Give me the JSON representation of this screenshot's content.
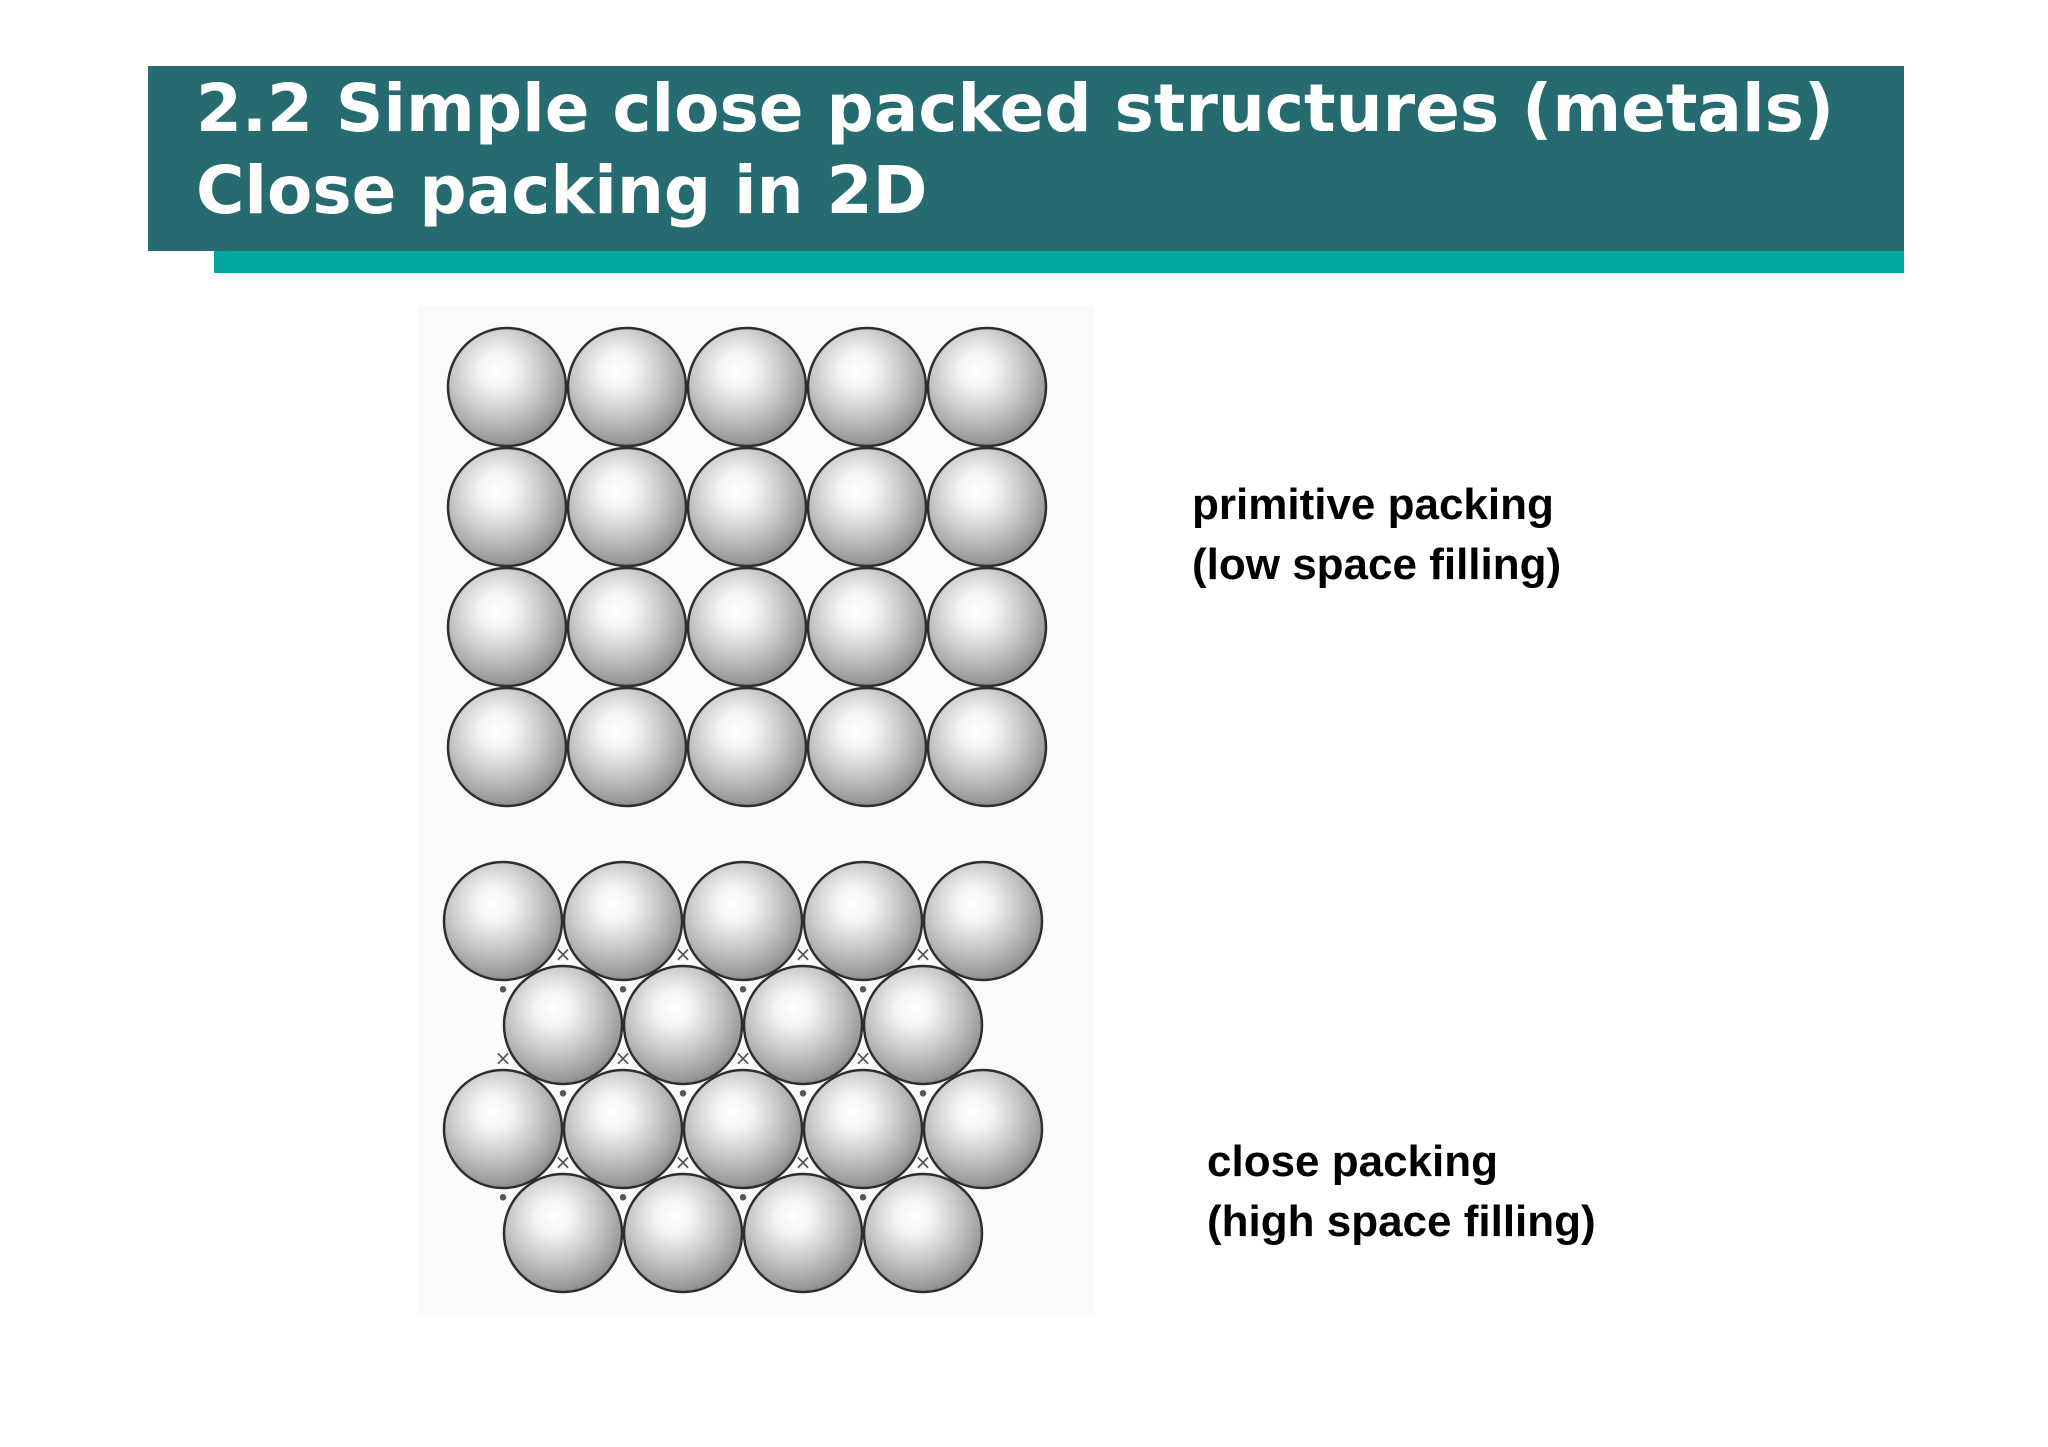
{
  "slide": {
    "title_line1": "2.2 Simple close packed structures (metals)",
    "title_line2": "Close packing in 2D",
    "colors": {
      "title_bar": "#266b70",
      "accent_bar": "#00a79d",
      "sphere": "#9e9e9e",
      "background": "#ffffff"
    }
  },
  "figure": {
    "top_lattice": {
      "arrangement": "square",
      "rows": 4,
      "columns": 5
    },
    "bottom_lattice": {
      "arrangement": "hexagonal",
      "row_counts": [
        5,
        4,
        5,
        4
      ]
    },
    "marker_symbols": {
      "cross": "×",
      "dot": "•"
    }
  },
  "labels": {
    "primitive_line1": "primitive packing",
    "primitive_line2": "(low space filling)",
    "close_line1": "close packing",
    "close_line2": "(high space filling)"
  }
}
